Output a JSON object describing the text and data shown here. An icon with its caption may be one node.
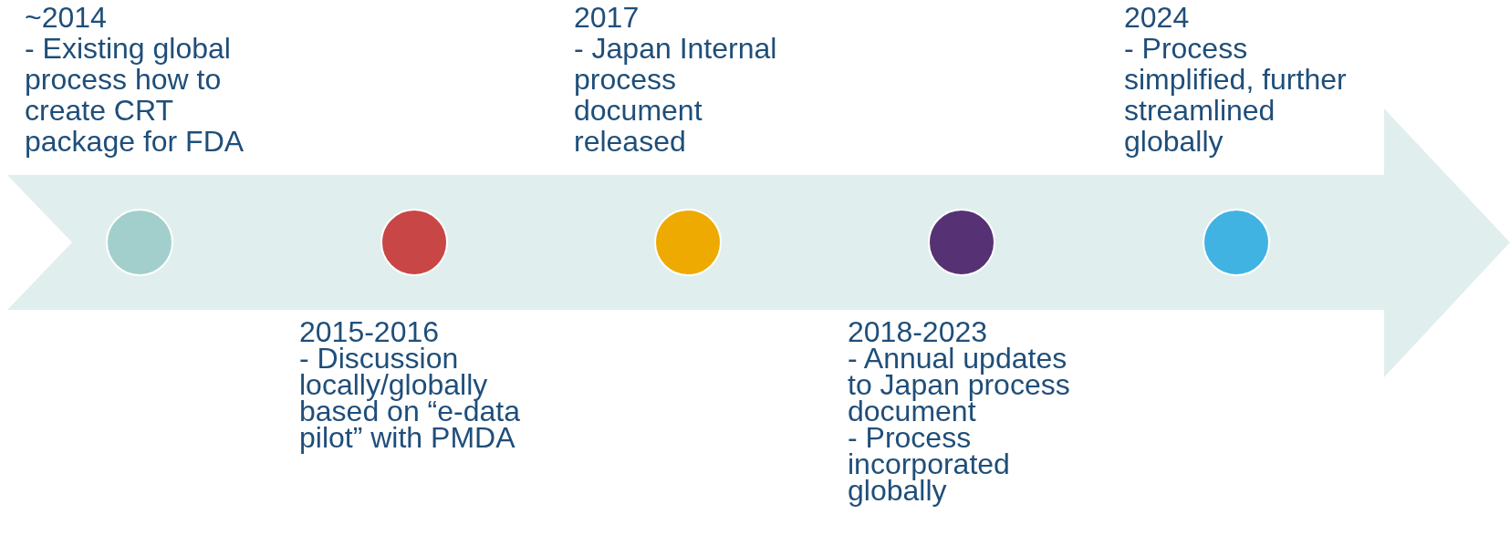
{
  "diagram": {
    "nodes": [
      {
        "text": [],
        "shape": "arrow"
      },
      {
        "text": [],
        "shape": "circle",
        "in": 0,
        "beside": [
          "~2014",
          "- Existing global process how to create CRT package for FDA"
        ]
      },
      {
        "text": [],
        "shape": "circle",
        "in": 0,
        "beside": [
          "2015-2016",
          "- Discussion locally/globally based on “e-data pilot” with PMDA"
        ]
      },
      {
        "text": [],
        "shape": "circle",
        "in": 0,
        "beside": [
          "2017",
          "- Japan Internal process document released"
        ]
      },
      {
        "text": [],
        "shape": "circle",
        "in": 0,
        "beside": [
          "2018-2023",
          "- Annual updates to Japan process document",
          "- Process incorporated globally"
        ]
      },
      {
        "text": [],
        "shape": "circle",
        "in": 0,
        "beside": [
          "2024",
          "- Process simplified, further streamlined globally"
        ]
      }
    ]
  }
}
